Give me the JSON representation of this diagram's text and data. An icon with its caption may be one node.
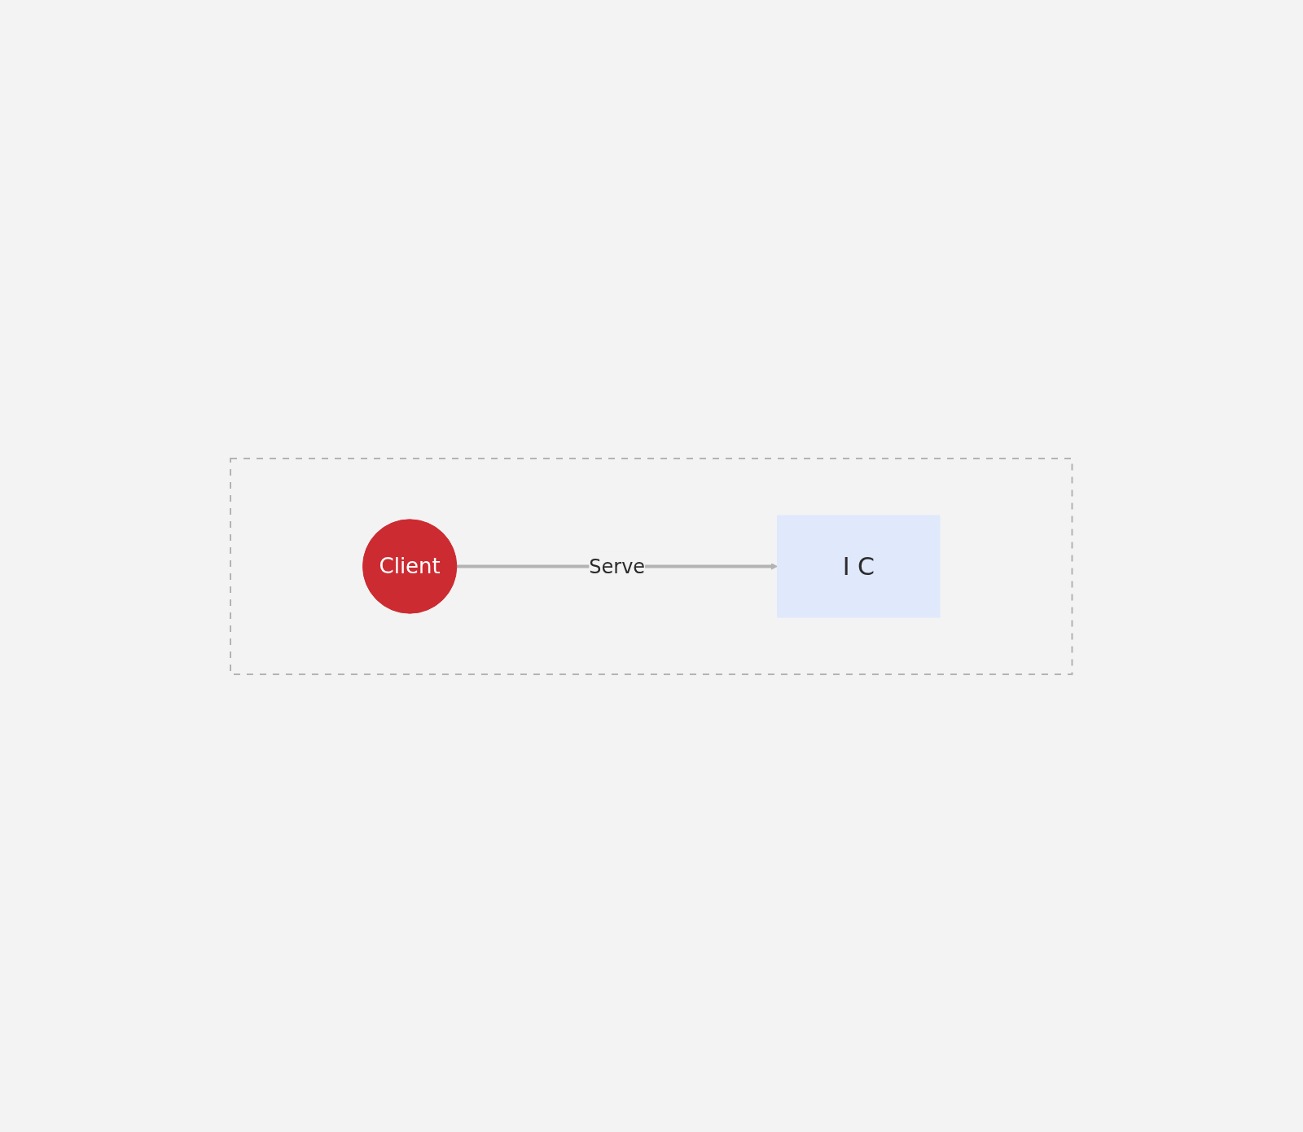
{
  "diagram": {
    "nodes": [
      {
        "text": [],
        "shape": "box"
      },
      {
        "text": [
          "Client"
        ],
        "in": 0
      },
      {
        "text": [
          "I C"
        ],
        "in": 0
      }
    ],
    "edges": [
      {
        "from": 1,
        "to": 2,
        "arrow": "to",
        "label": "Serve"
      }
    ]
  }
}
